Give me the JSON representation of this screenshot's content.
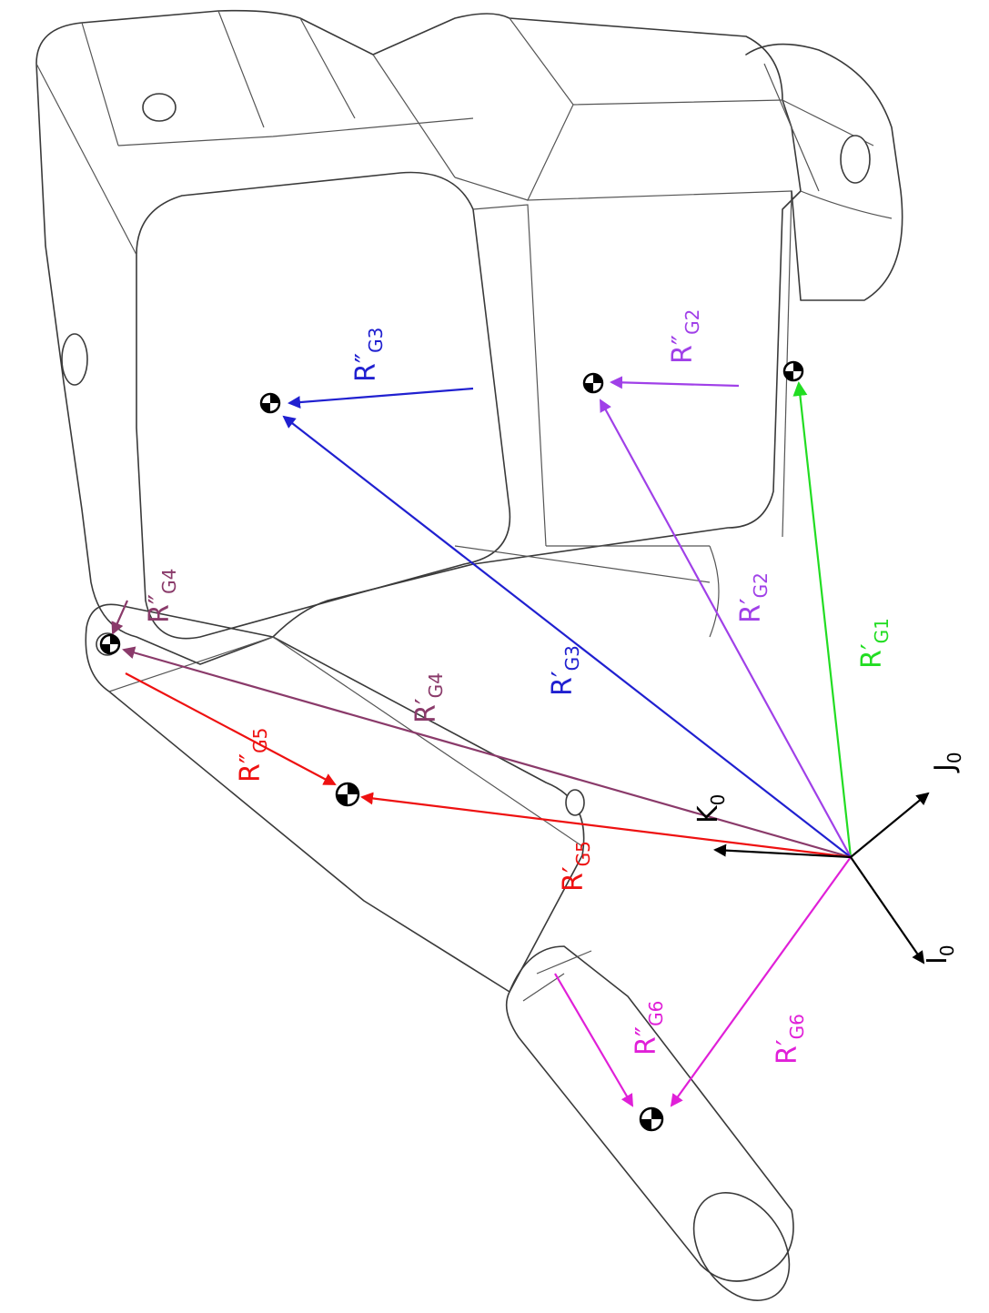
{
  "colors": {
    "outline": "#3a3a3a",
    "g1": "#22dd22",
    "g2": "#a040e8",
    "g3": "#2020d0",
    "g4": "#8a3a6a",
    "g5": "#ee1111",
    "g6": "#e020d8",
    "axes": "#000000"
  },
  "axes": {
    "I": "I",
    "J": "J",
    "K": "K",
    "sub": "0"
  },
  "labels": {
    "rg1_prime": {
      "base": "R",
      "mark": "′",
      "sub": "G1"
    },
    "rg2_prime": {
      "base": "R",
      "mark": "′",
      "sub": "G2"
    },
    "rg2_dprime": {
      "base": "R",
      "mark": "″",
      "sub": "G2"
    },
    "rg3_prime": {
      "base": "R",
      "mark": "′",
      "sub": "G3"
    },
    "rg3_dprime": {
      "base": "R",
      "mark": "″",
      "sub": "G3"
    },
    "rg4_prime": {
      "base": "R",
      "mark": "′",
      "sub": "G4"
    },
    "rg4_dprime": {
      "base": "R",
      "mark": "″",
      "sub": "G4"
    },
    "rg5_prime": {
      "base": "R",
      "mark": "′",
      "sub": "G5"
    },
    "rg5_dprime": {
      "base": "R",
      "mark": "″",
      "sub": "G5"
    },
    "rg6_prime": {
      "base": "R",
      "mark": "′",
      "sub": "G6"
    },
    "rg6_dprime": {
      "base": "R",
      "mark": "″",
      "sub": "G6"
    }
  },
  "icons": {
    "cog_marker": "center-of-gravity-icon"
  }
}
